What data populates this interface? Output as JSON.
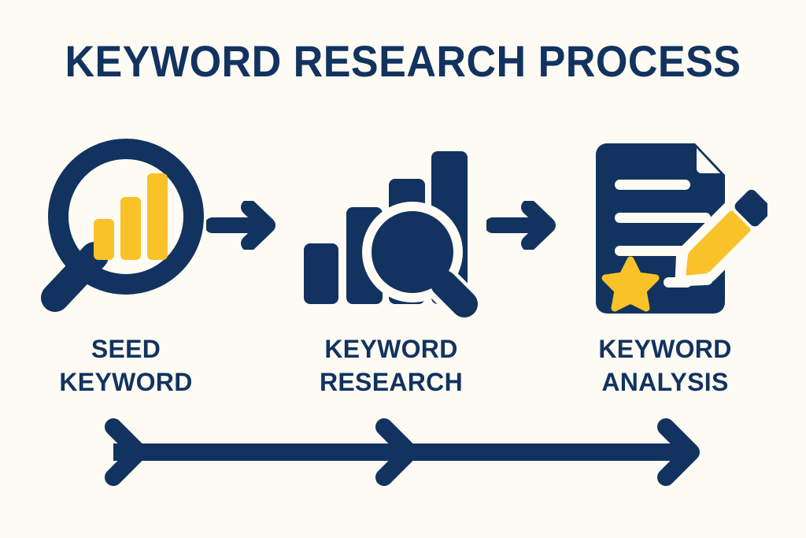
{
  "page": {
    "title": "KEYWORD RESEARCH PROCESS",
    "background_color": "#fdfbf4",
    "navy": "#123360",
    "yellow": "#f8c228",
    "cream": "#fdfbf4"
  },
  "stages": [
    {
      "id": "seed-keyword",
      "label_line_1": "SEED",
      "label_line_2": "KEYWORD",
      "icon": "magnifier-bar-chart-icon",
      "bars": [
        1,
        2,
        3
      ]
    },
    {
      "id": "keyword-research",
      "label_line_1": "KEYWORD",
      "label_line_2": "RESEARCH",
      "icon": "bar-chart-magnifier-icon",
      "bars": [
        1,
        2,
        3,
        4
      ]
    },
    {
      "id": "keyword-analysis",
      "label_line_1": "KEYWORD",
      "label_line_2": "ANALYSIS",
      "icon": "document-pencil-star-icon",
      "text_lines": 4
    }
  ],
  "connectors": [
    {
      "id": "connector-1",
      "icon": "arrow-right-icon"
    },
    {
      "id": "connector-2",
      "icon": "arrow-right-icon"
    }
  ],
  "timeline": {
    "id": "process-timeline",
    "icon": "timeline-arrow-icon",
    "chevron_count": 3,
    "direction": "right"
  }
}
